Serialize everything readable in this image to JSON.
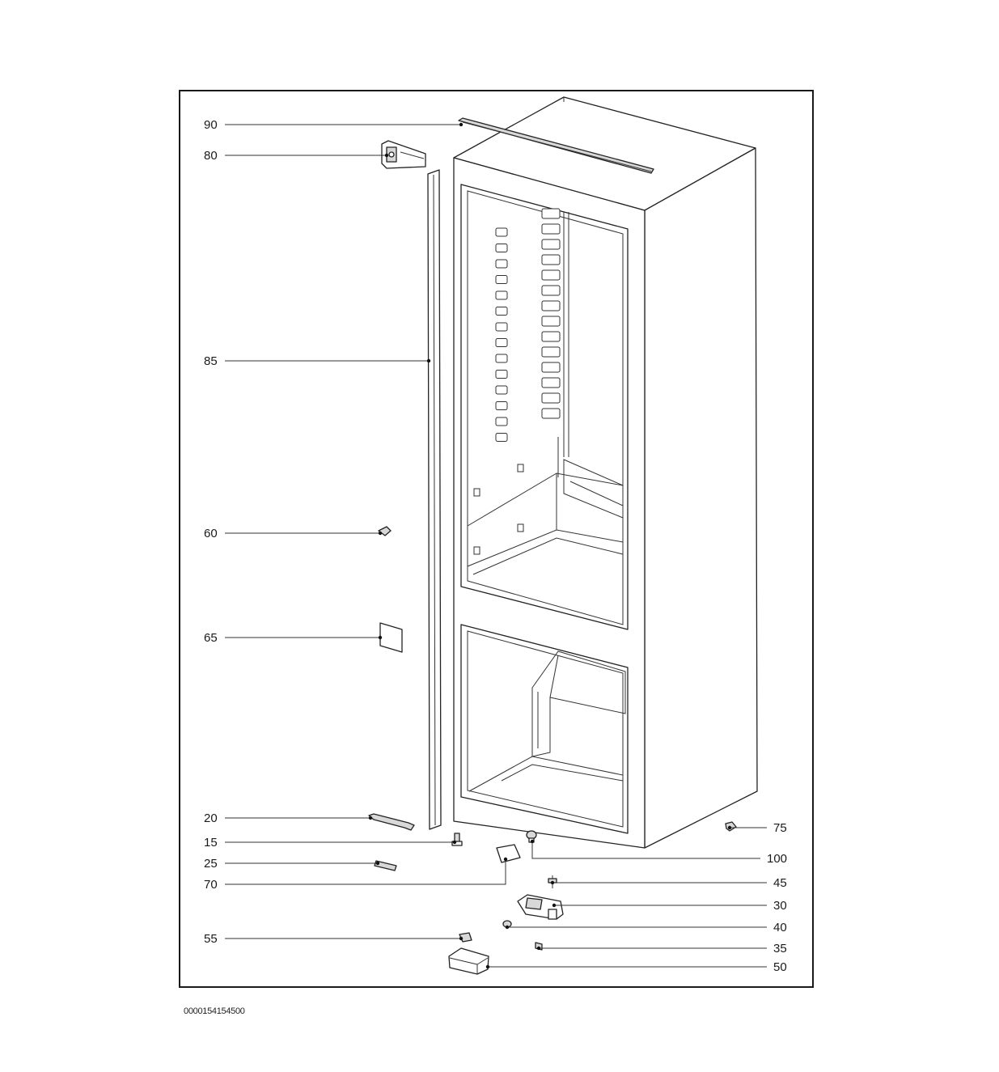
{
  "diagram": {
    "document_number": "0000154154500",
    "callouts": [
      {
        "id": "90",
        "label": "90"
      },
      {
        "id": "80",
        "label": "80"
      },
      {
        "id": "85",
        "label": "85"
      },
      {
        "id": "60",
        "label": "60"
      },
      {
        "id": "65",
        "label": "65"
      },
      {
        "id": "20",
        "label": "20"
      },
      {
        "id": "15",
        "label": "15"
      },
      {
        "id": "25",
        "label": "25"
      },
      {
        "id": "70",
        "label": "70"
      },
      {
        "id": "55",
        "label": "55"
      },
      {
        "id": "75",
        "label": "75"
      },
      {
        "id": "100",
        "label": "100"
      },
      {
        "id": "45",
        "label": "45"
      },
      {
        "id": "30",
        "label": "30"
      },
      {
        "id": "40",
        "label": "40"
      },
      {
        "id": "35",
        "label": "35"
      },
      {
        "id": "50",
        "label": "50"
      }
    ]
  }
}
